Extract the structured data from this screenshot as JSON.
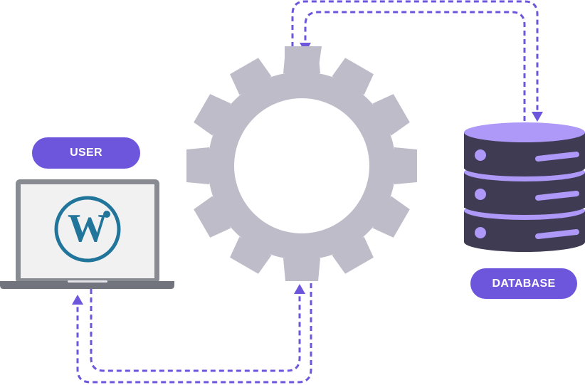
{
  "diagram": {
    "nodes": [
      {
        "id": "user",
        "label": "USER",
        "icon": "laptop-wordpress-icon"
      },
      {
        "id": "server",
        "label": "",
        "icon": "gear-icon"
      },
      {
        "id": "database",
        "label": "DATABASE",
        "icon": "database-icon"
      }
    ],
    "edges": [
      {
        "from": "server",
        "to": "database",
        "style": "dashed",
        "arrow": "end"
      },
      {
        "from": "database",
        "to": "server",
        "style": "dashed",
        "arrow": "end"
      },
      {
        "from": "user",
        "to": "server",
        "style": "dashed",
        "arrow": "end"
      },
      {
        "from": "server",
        "to": "user",
        "style": "dashed",
        "arrow": "end"
      }
    ],
    "labels": {
      "user": "USER",
      "database": "DATABASE"
    },
    "colors": {
      "accent": "#6e56dc",
      "pill": "#6e56dc",
      "gear": "#bebcc9",
      "laptop_frame": "#898b93",
      "laptop_base": "#71737d",
      "screen": "#f1f1f1",
      "wordpress": "#21759b",
      "db_body": "#3e3b52",
      "db_light": "#ae98f8"
    }
  }
}
